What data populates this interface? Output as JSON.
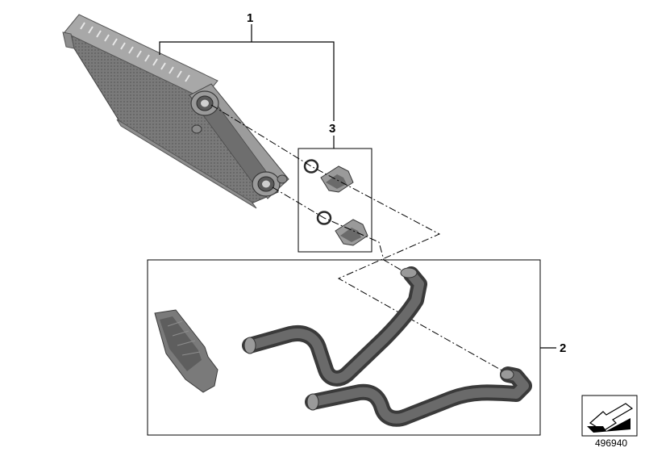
{
  "callouts": {
    "item_1": "1",
    "item_2": "2",
    "item_3": "3"
  },
  "reference_number": "496940",
  "icons": {
    "heater_core": "heater-core-icon",
    "o_ring": "o-ring-icon",
    "clip": "clip-icon",
    "hose": "hose-icon",
    "cover": "cover-icon",
    "reference": "arrow-symbol-icon"
  },
  "colors": {
    "part_dark": "#4a4a4a",
    "part_mid": "#8a8a8a",
    "part_light": "#bdbdbd",
    "line": "#000000"
  }
}
